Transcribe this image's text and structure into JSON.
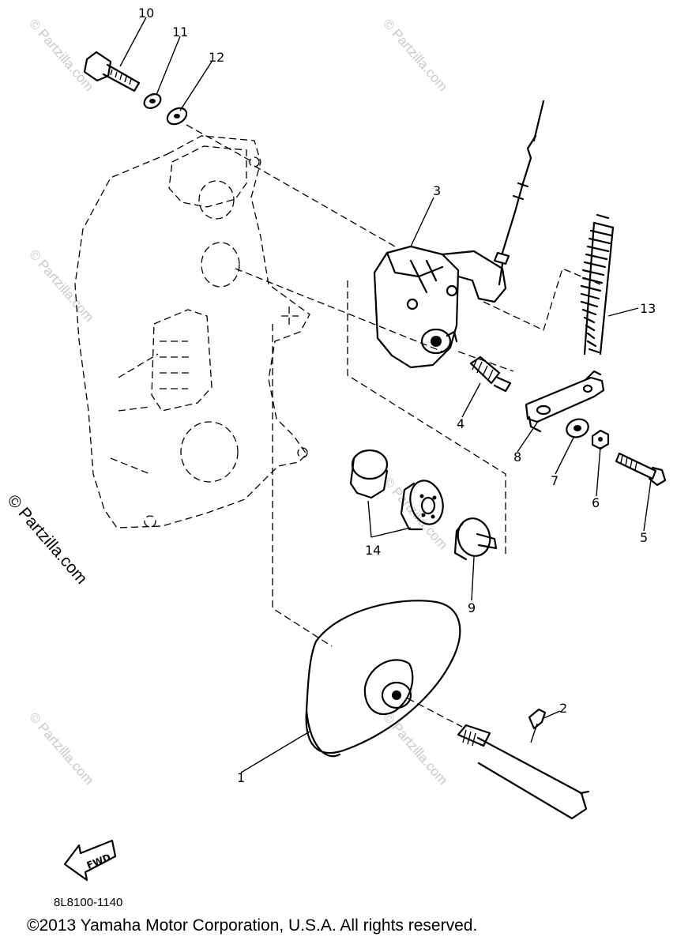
{
  "labels": [
    {
      "id": "1",
      "text": "1"
    },
    {
      "id": "2",
      "text": "2"
    },
    {
      "id": "3",
      "text": "3"
    },
    {
      "id": "4",
      "text": "4"
    },
    {
      "id": "5",
      "text": "5"
    },
    {
      "id": "6",
      "text": "6"
    },
    {
      "id": "7",
      "text": "7"
    },
    {
      "id": "8",
      "text": "8"
    },
    {
      "id": "9",
      "text": "9"
    },
    {
      "id": "10",
      "text": "10"
    },
    {
      "id": "11",
      "text": "11"
    },
    {
      "id": "12",
      "text": "12"
    },
    {
      "id": "13",
      "text": "13"
    },
    {
      "id": "14",
      "text": "14"
    }
  ],
  "fwd_badge": "FWD",
  "watermark_side": "© Partzilla.com",
  "watermark_faint": "© Partzilla.com",
  "drawing_code": "8L8100-1140",
  "copyright": "©2013  Yamaha Motor Corporation, U.S.A. All rights reserved."
}
